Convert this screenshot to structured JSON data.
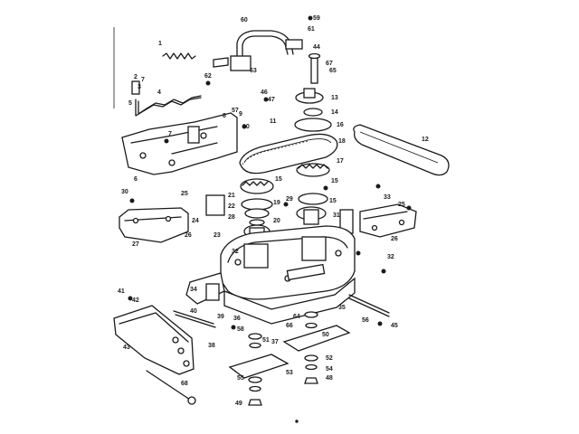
{
  "diagram": {
    "callouts": [
      {
        "id": "c1a",
        "text": "1"
      },
      {
        "id": "c2a",
        "text": "2"
      },
      {
        "id": "c3a",
        "text": "3"
      },
      {
        "id": "c4a",
        "text": "4"
      },
      {
        "id": "c5a",
        "text": "5"
      },
      {
        "id": "c6a",
        "text": "6"
      },
      {
        "id": "c7a",
        "text": "7"
      },
      {
        "id": "c7b",
        "text": "7"
      },
      {
        "id": "c8a",
        "text": "8"
      },
      {
        "id": "c9a",
        "text": "9"
      },
      {
        "id": "c10a",
        "text": "10"
      },
      {
        "id": "c11a",
        "text": "11"
      },
      {
        "id": "c12a",
        "text": "12"
      },
      {
        "id": "c13a",
        "text": "13"
      },
      {
        "id": "c14a",
        "text": "14"
      },
      {
        "id": "c16a",
        "text": "16"
      },
      {
        "id": "c17a",
        "text": "17"
      },
      {
        "id": "c18a",
        "text": "18"
      },
      {
        "id": "c15a",
        "text": "15"
      },
      {
        "id": "c15b",
        "text": "15"
      },
      {
        "id": "c15c",
        "text": "15"
      },
      {
        "id": "c19a",
        "text": "19"
      },
      {
        "id": "c20a",
        "text": "20"
      },
      {
        "id": "c21a",
        "text": "21"
      },
      {
        "id": "c22a",
        "text": "22"
      },
      {
        "id": "c23a",
        "text": "23"
      },
      {
        "id": "c24a",
        "text": "24"
      },
      {
        "id": "c25a",
        "text": "25"
      },
      {
        "id": "c25b",
        "text": "25"
      },
      {
        "id": "c26a",
        "text": "26"
      },
      {
        "id": "c26b",
        "text": "26"
      },
      {
        "id": "c27a",
        "text": "27"
      },
      {
        "id": "c28a",
        "text": "28"
      },
      {
        "id": "c29a",
        "text": "29"
      },
      {
        "id": "c30a",
        "text": "30"
      },
      {
        "id": "c31a",
        "text": "31"
      },
      {
        "id": "c32a",
        "text": "32"
      },
      {
        "id": "c32b",
        "text": "32"
      },
      {
        "id": "c33a",
        "text": "33"
      },
      {
        "id": "c34a",
        "text": "34"
      },
      {
        "id": "c35a",
        "text": "35"
      },
      {
        "id": "c36a",
        "text": "36"
      },
      {
        "id": "c37a",
        "text": "37"
      },
      {
        "id": "c38a",
        "text": "38"
      },
      {
        "id": "c39a",
        "text": "39"
      },
      {
        "id": "c40a",
        "text": "40"
      },
      {
        "id": "c41a",
        "text": "41"
      },
      {
        "id": "c42a",
        "text": "42"
      },
      {
        "id": "c43a",
        "text": "43"
      },
      {
        "id": "c44a",
        "text": "44"
      },
      {
        "id": "c45a",
        "text": "45"
      },
      {
        "id": "c46a",
        "text": "46"
      },
      {
        "id": "c47a",
        "text": "47"
      },
      {
        "id": "c48a",
        "text": "48"
      },
      {
        "id": "c49a",
        "text": "49"
      },
      {
        "id": "c50a",
        "text": "50"
      },
      {
        "id": "c51a",
        "text": "51"
      },
      {
        "id": "c52a",
        "text": "52"
      },
      {
        "id": "c53a",
        "text": "53"
      },
      {
        "id": "c54a",
        "text": "54"
      },
      {
        "id": "c55a",
        "text": "55"
      },
      {
        "id": "c56a",
        "text": "56"
      },
      {
        "id": "c57a",
        "text": "57"
      },
      {
        "id": "c58a",
        "text": "58"
      },
      {
        "id": "c59a",
        "text": "59"
      },
      {
        "id": "c60a",
        "text": "60"
      },
      {
        "id": "c61a",
        "text": "61"
      },
      {
        "id": "c62a",
        "text": "62"
      },
      {
        "id": "c63a",
        "text": "63"
      },
      {
        "id": "c64a",
        "text": "64"
      },
      {
        "id": "c65a",
        "text": "65"
      },
      {
        "id": "c66a",
        "text": "66"
      },
      {
        "id": "c67a",
        "text": "67"
      },
      {
        "id": "c68a",
        "text": "68"
      }
    ]
  },
  "colors": {
    "ink": "#1a1a1a",
    "paper": "#ffffff"
  }
}
